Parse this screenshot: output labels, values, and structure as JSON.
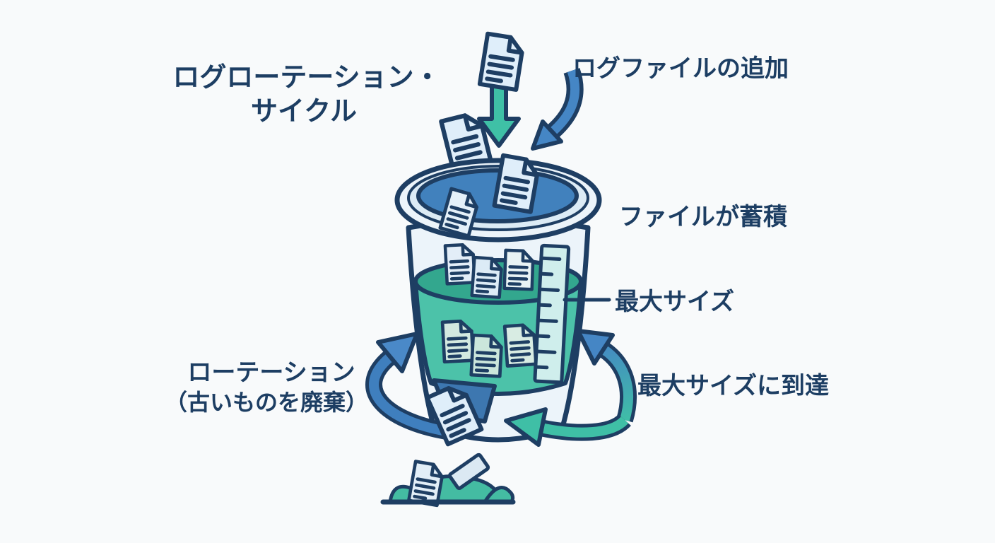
{
  "background": "#f8fafb",
  "palette": {
    "outline_navy": "#1e3e63",
    "text_navy": "#1d3e63",
    "opening_blue": "#4181bd",
    "arrow_blue": "#4586c5",
    "slot_blue": "#3d77b0",
    "teal": "#3fc0a6",
    "teal_surface": "#33a78e",
    "liquid_teal": "#4cc2a9",
    "bucket_light": "#ecf4fa",
    "rim_ring": "#dcebf5",
    "doc_light": "#dfeefa",
    "doc_mint": "#d3e9e0",
    "ruler_mint": "#cfeeec"
  },
  "diagram": {
    "title": {
      "line1": "ログローテーション・",
      "line2": "サイクル"
    },
    "labels": {
      "add_log_file": "ログファイルの追加",
      "files_accumulate": "ファイルが蓄積",
      "max_size": "最大サイズ",
      "max_size_reached": "最大サイズに到達",
      "rotation_line1": "ローテーション",
      "rotation_line2": "（古いものを廃棄）"
    },
    "icons": [
      "log-file-icon",
      "bucket-icon",
      "ruler-icon",
      "green-down-arrow-icon",
      "blue-curved-arrow-icon",
      "cycle-arrow-left-icon",
      "cycle-arrow-right-icon",
      "cycle-arrow-bottom-icon",
      "discard-slot-icon",
      "trash-pile-icon"
    ]
  }
}
